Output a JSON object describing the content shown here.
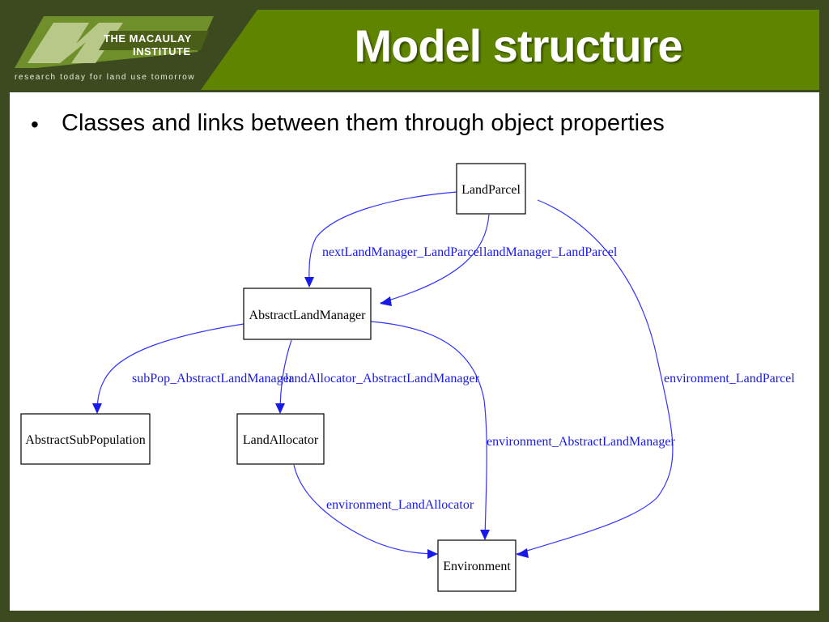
{
  "logo": {
    "line1": "THE MACAULAY",
    "line2": "INSTITUTE",
    "tagline": "research today for land use tomorrow"
  },
  "slide": {
    "title": "Model structure",
    "bullet_symbol": "•",
    "bullet_text": "Classes and links between them through object properties"
  },
  "colors": {
    "header_band": "#5e8400",
    "frame": "#3d4a1f",
    "edge": "#3333ff",
    "edge_label": "#1a1ae6"
  },
  "diagram": {
    "nodes": {
      "landparcel": "LandParcel",
      "abstractlandmanager": "AbstractLandManager",
      "abstractsubpopulation": "AbstractSubPopulation",
      "landallocator": "LandAllocator",
      "environment": "Environment"
    },
    "edges": {
      "next_land_manager": "nextLandManager_LandParcel",
      "land_manager": "landManager_LandParcel",
      "environment_landparcel": "environment_LandParcel",
      "subpop": "subPop_AbstractLandManager",
      "land_allocator": "landAllocator_AbstractLandManager",
      "environment_alm": "environment_AbstractLandManager",
      "environment_landallocator": "environment_LandAllocator"
    }
  }
}
